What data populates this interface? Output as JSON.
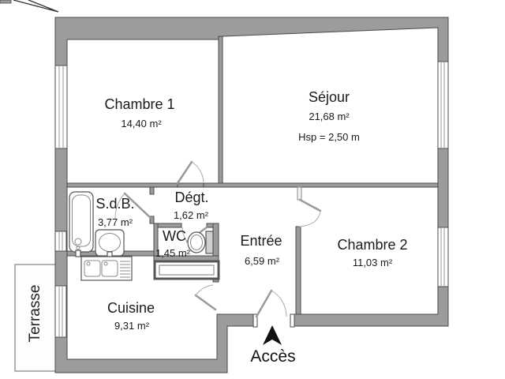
{
  "rooms": {
    "chambre1": {
      "name": "Chambre 1",
      "area": "14,40 m²"
    },
    "sejour": {
      "name": "Séjour",
      "area": "21,68 m²",
      "ceiling": "Hsp = 2,50 m"
    },
    "degagement": {
      "name": "Dégt.",
      "area": "1,62 m²"
    },
    "sdb": {
      "name": "S.d.B.",
      "area": "3,77 m²"
    },
    "wc": {
      "name": "WC",
      "area": "1,45 m²"
    },
    "entree": {
      "name": "Entrée",
      "area": "6,59 m²"
    },
    "chambre2": {
      "name": "Chambre 2",
      "area": "11,03 m²"
    },
    "cuisine": {
      "name": "Cuisine",
      "area": "9,31 m²"
    }
  },
  "exterior": {
    "terrace": "Terrasse",
    "access": "Accès"
  },
  "icons": {
    "north_arrow": "north-arrow-icon",
    "access_arrow": "access-arrow-icon"
  },
  "colors": {
    "wall_fill": "#9c9c9c",
    "wall_outline": "#4a4a4a",
    "text": "#1a1a1a",
    "background": "#ffffff"
  }
}
